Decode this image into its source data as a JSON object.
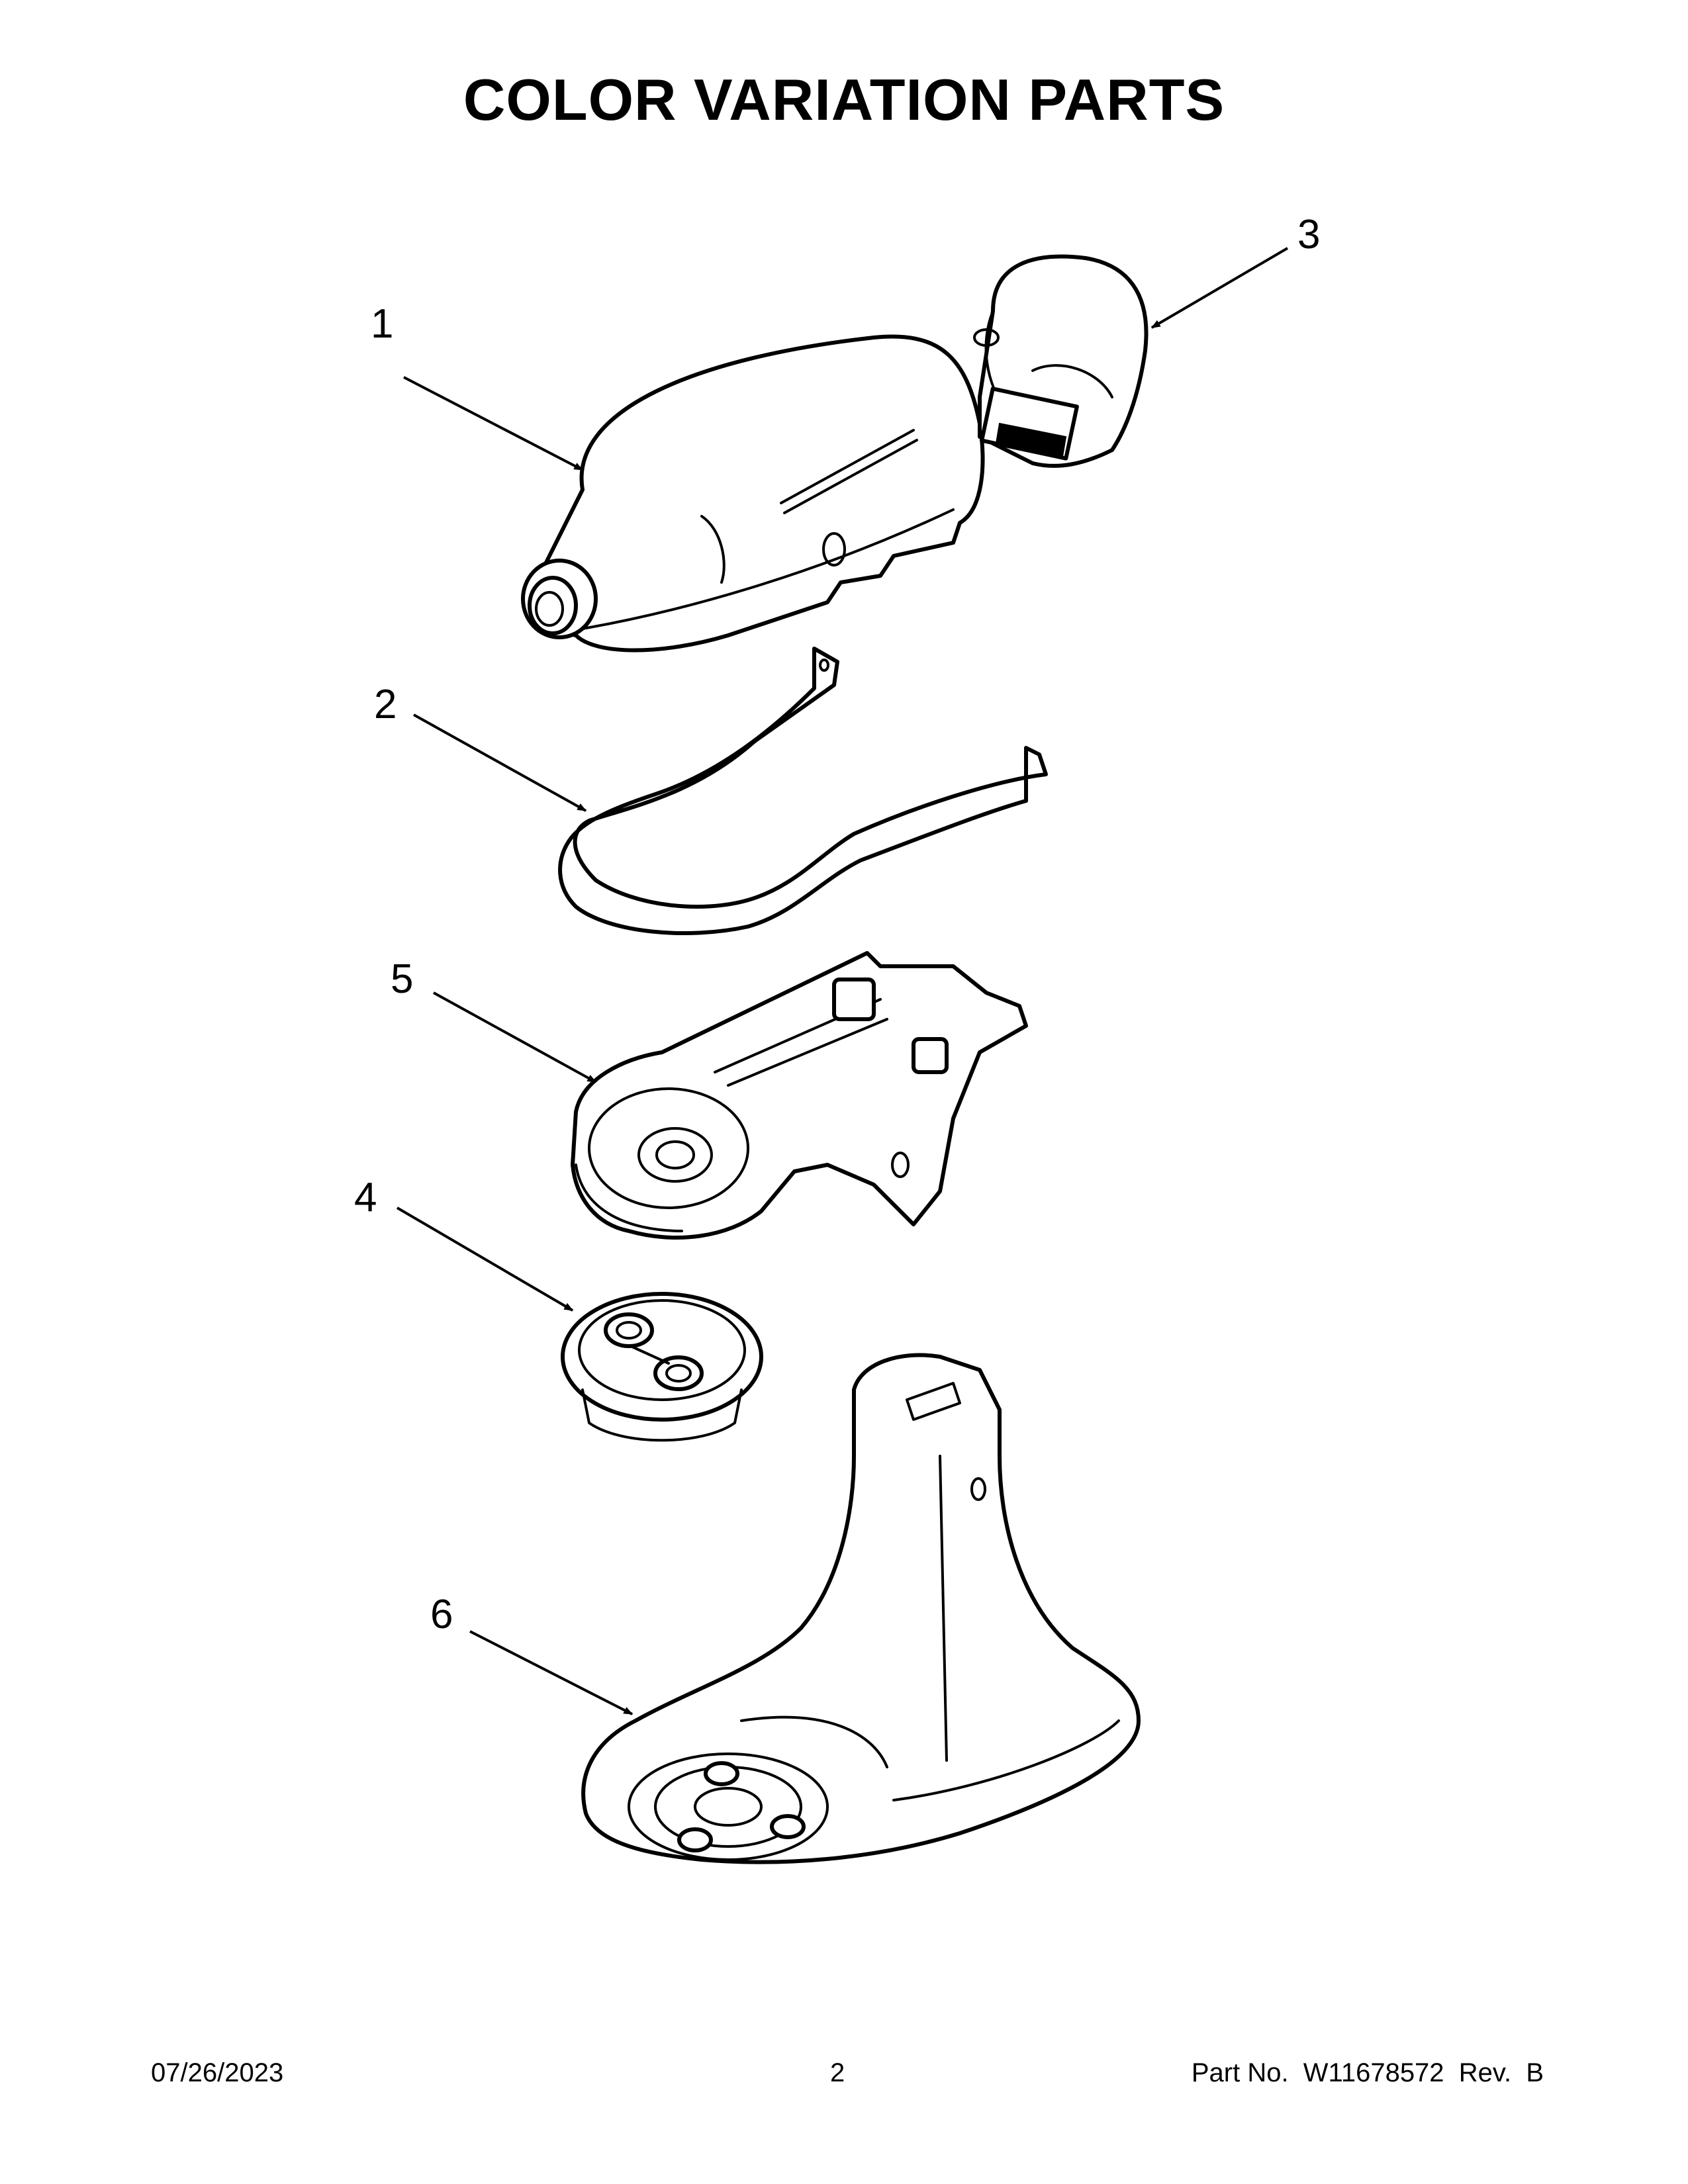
{
  "title": "COLOR VARIATION PARTS",
  "callouts": [
    "1",
    "2",
    "3",
    "4",
    "5",
    "6"
  ],
  "footer": {
    "date": "07/26/2023",
    "page": "2",
    "part_label": "Part No.",
    "part_number": "W11678572",
    "rev_label": "Rev.",
    "rev": "B"
  }
}
